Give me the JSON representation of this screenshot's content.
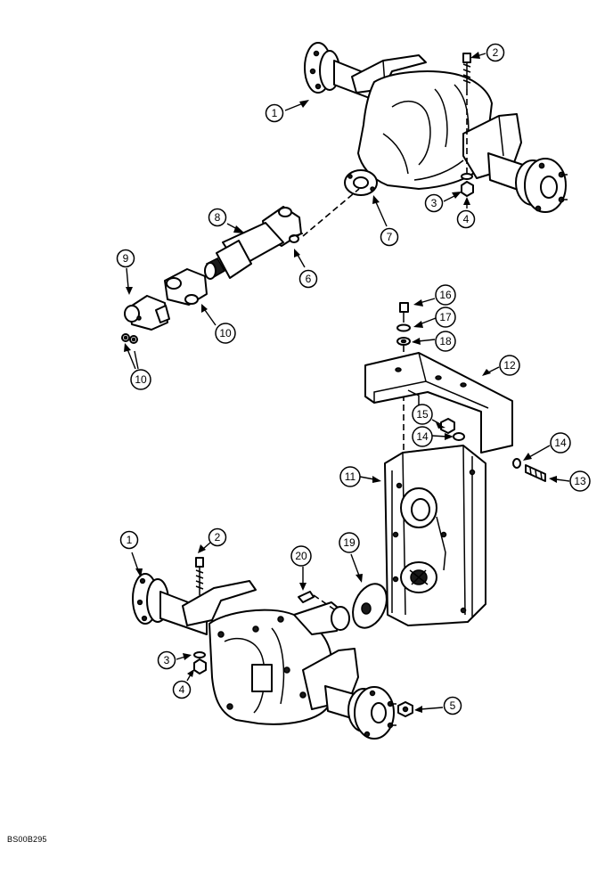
{
  "figure_code": "BS00B295",
  "callouts": [
    {
      "id": "c-1a",
      "label": "1"
    },
    {
      "id": "c-2a",
      "label": "2"
    },
    {
      "id": "c-3a",
      "label": "3"
    },
    {
      "id": "c-4a",
      "label": "4"
    },
    {
      "id": "c-7",
      "label": "7"
    },
    {
      "id": "c-8",
      "label": "8"
    },
    {
      "id": "c-6",
      "label": "6"
    },
    {
      "id": "c-9",
      "label": "9"
    },
    {
      "id": "c-10a",
      "label": "10"
    },
    {
      "id": "c-10b",
      "label": "10"
    },
    {
      "id": "c-16",
      "label": "16"
    },
    {
      "id": "c-17",
      "label": "17"
    },
    {
      "id": "c-18",
      "label": "18"
    },
    {
      "id": "c-12",
      "label": "12"
    },
    {
      "id": "c-15",
      "label": "15"
    },
    {
      "id": "c-14a",
      "label": "14"
    },
    {
      "id": "c-14b",
      "label": "14"
    },
    {
      "id": "c-13",
      "label": "13"
    },
    {
      "id": "c-11",
      "label": "11"
    },
    {
      "id": "c-1b",
      "label": "1"
    },
    {
      "id": "c-2b",
      "label": "2"
    },
    {
      "id": "c-20",
      "label": "20"
    },
    {
      "id": "c-19",
      "label": "19"
    },
    {
      "id": "c-3b",
      "label": "3"
    },
    {
      "id": "c-4b",
      "label": "4"
    },
    {
      "id": "c-5",
      "label": "5"
    }
  ]
}
